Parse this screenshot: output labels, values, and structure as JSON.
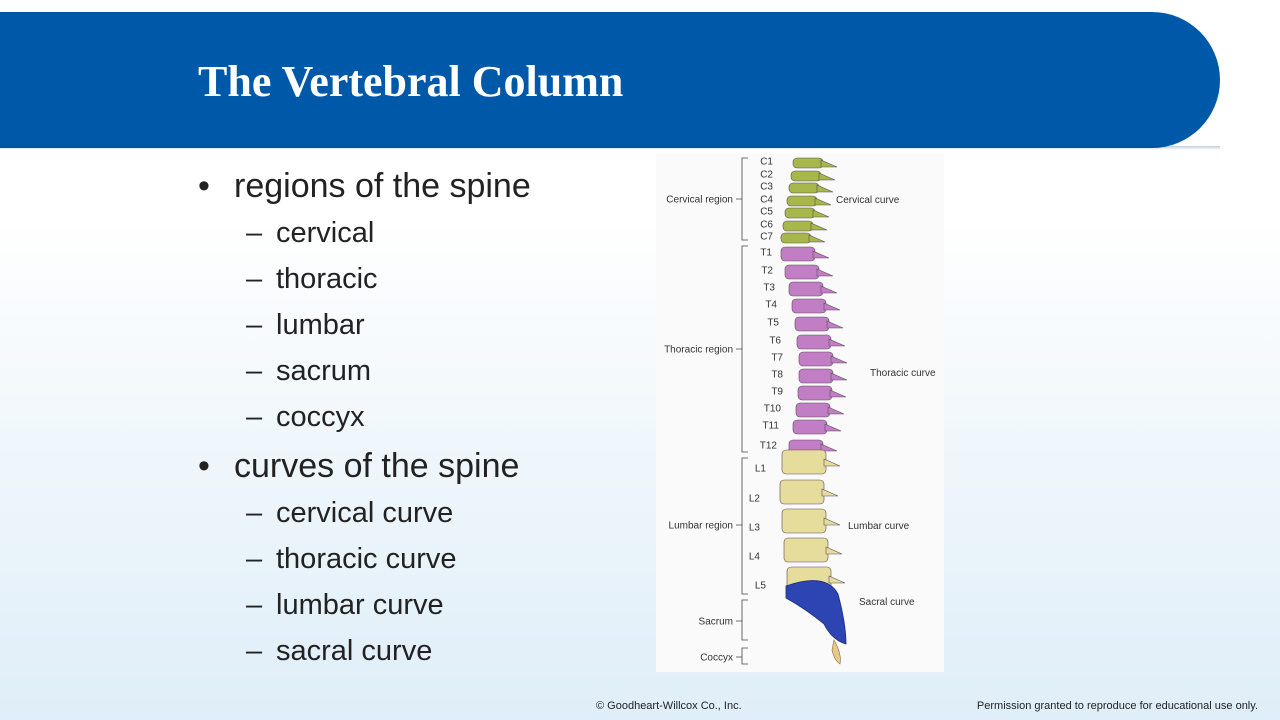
{
  "slide": {
    "title": "The Vertebral Column",
    "bullets": [
      {
        "label": "regions of the spine",
        "subitems": [
          "cervical",
          "thoracic",
          "lumbar",
          "sacrum",
          "coccyx"
        ]
      },
      {
        "label": "curves of the spine",
        "subitems": [
          "cervical curve",
          "thoracic curve",
          "lumbar curve",
          "sacral curve"
        ]
      }
    ],
    "bullet_glyph": "•",
    "dash_glyph": "–"
  },
  "figure": {
    "vertebrae": [
      "C1",
      "C2",
      "C3",
      "C4",
      "C5",
      "C6",
      "C7",
      "T1",
      "T2",
      "T3",
      "T4",
      "T5",
      "T6",
      "T7",
      "T8",
      "T9",
      "T10",
      "T11",
      "T12",
      "L1",
      "L2",
      "L3",
      "L4",
      "L5"
    ],
    "regions": {
      "cervical": "Cervical region",
      "thoracic": "Thoracic region",
      "lumbar": "Lumbar region",
      "sacrum": "Sacrum",
      "coccyx": "Coccyx"
    },
    "curves": {
      "cervical": "Cervical curve",
      "thoracic": "Thoracic curve",
      "lumbar": "Lumbar curve",
      "sacral": "Sacral curve"
    },
    "colors": {
      "cervical": "#a7b84a",
      "thoracic": "#c27ec4",
      "lumbar": "#e6dc9c",
      "sacral": "#2d45b2",
      "coccyx": "#e8c88a"
    }
  },
  "footer": {
    "copyright": "© Goodheart-Willcox Co., Inc.",
    "permission": "Permission granted to reproduce for educational use only."
  },
  "theme": {
    "title_bar": "#0058a8"
  }
}
